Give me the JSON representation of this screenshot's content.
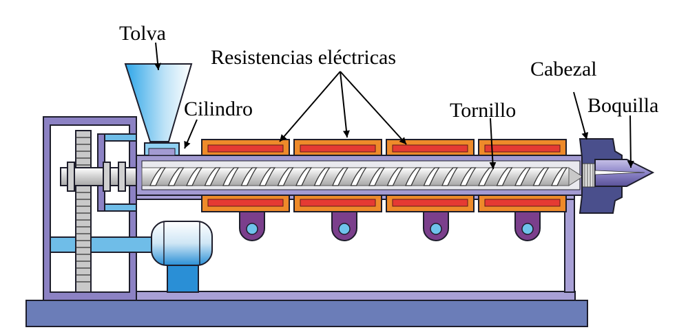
{
  "labels": {
    "hopper": "Tolva",
    "heaters": "Resistencias eléctricas",
    "barrel": "Cilindro",
    "head": "Cabezal",
    "screw": "Tornillo",
    "nozzle": "Boquilla"
  },
  "colors": {
    "frame": "#8c82c4",
    "base": "#6b7db8",
    "heater_outer": "#ee8a2a",
    "heater_inner": "#e53a33",
    "barrel": "#a39bd2",
    "screw": "#d9d9d9",
    "motor": "#2a8fd6",
    "head": "#4a4f8c",
    "bracket": "#7b3f8c"
  }
}
